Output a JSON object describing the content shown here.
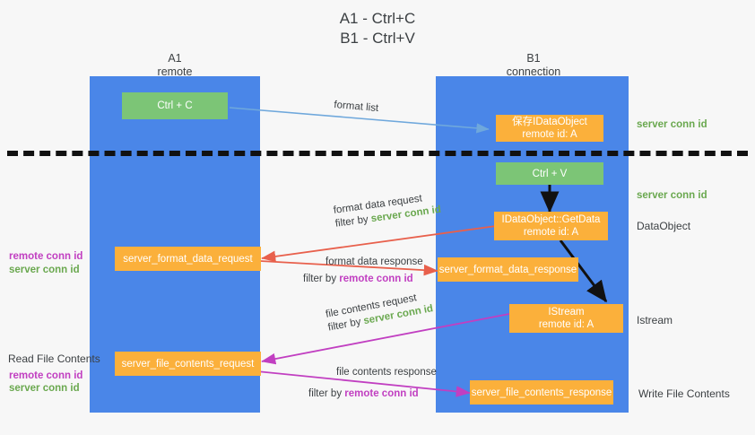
{
  "title": {
    "line1": "A1 - Ctrl+C",
    "line2": "B1 - Ctrl+V"
  },
  "columns": [
    {
      "name": "A1",
      "sub": "remote"
    },
    {
      "name": "B1",
      "sub": "connection"
    }
  ],
  "boxes": {
    "ctrl_c": {
      "line1": "Ctrl + C",
      "color": "#7cc576"
    },
    "copy_idataobject": {
      "line1": "保存IDataObject",
      "line2": "remote id: A",
      "color": "#fbb03b"
    },
    "ctrl_v": {
      "line1": "Ctrl + V",
      "color": "#7cc576"
    },
    "getdata": {
      "line1": "IDataObject::GetData",
      "line2": "remote id: A",
      "color": "#fbb03b"
    },
    "istream": {
      "line1": "IStream",
      "line2": "remote id: A",
      "color": "#fbb03b"
    },
    "format_data_request": {
      "line1": "server_format_data_request",
      "color": "#fbb03b"
    },
    "format_data_response": {
      "line1": "server_format_data_response",
      "color": "#fbb03b"
    },
    "file_contents_request": {
      "line1": "server_file_contents_request",
      "color": "#fbb03b"
    },
    "file_contents_response": {
      "line1": "server_file_contents_response",
      "color": "#fbb03b"
    }
  },
  "right_labels": {
    "server_conn_id_top": "server conn id",
    "server_conn_id_mid": "server conn id",
    "dataobject": "DataObject",
    "istream": "Istream",
    "write_file_contents": "Write File Contents"
  },
  "left_labels": {
    "remote_conn_id_1": "remote conn id",
    "server_conn_id_1": "server conn id",
    "read_file_contents": "Read File Contents",
    "remote_conn_id_2": "remote conn id",
    "server_conn_id_2": "server conn id"
  },
  "edges": {
    "format_list": {
      "text": "format list"
    },
    "format_data_request": {
      "line1": "format data request",
      "prefix": "filter by ",
      "token": "server conn id"
    },
    "format_data_response": {
      "line1": "format data response",
      "prefix": "filter by ",
      "token": "remote conn id"
    },
    "file_contents_request": {
      "line1": "file contents request",
      "prefix": "filter by ",
      "token": "server conn id"
    },
    "file_contents_response": {
      "line1": "file contents response",
      "prefix": "filter by ",
      "token": "remote conn id"
    }
  },
  "colors": {
    "lane": "#4a86e8",
    "green_box": "#7cc576",
    "orange_box": "#fbb03b",
    "green_text": "#6aa84f",
    "magenta_text": "#c13fc1",
    "arrow_blue": "#6fa8dc",
    "arrow_red": "#e8604c",
    "arrow_magenta": "#c13fc1",
    "arrow_black": "#000000",
    "background": "#f7f7f7"
  }
}
